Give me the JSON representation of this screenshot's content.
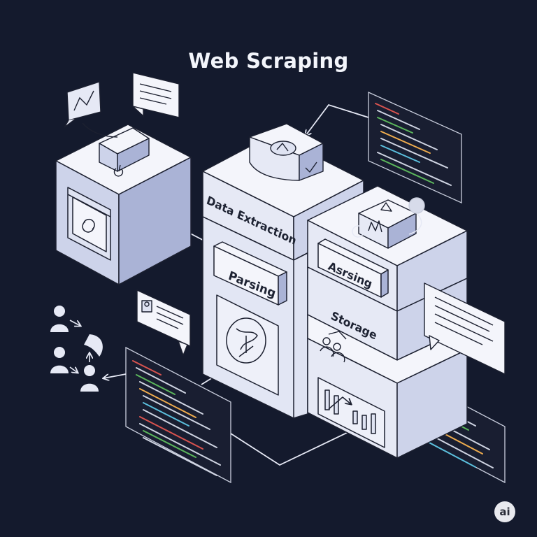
{
  "title": "Web Scraping",
  "labels": {
    "data_extraction": "Data Extraction",
    "parsing": "Parsing",
    "assing": "Asrsing",
    "storage": "Storage"
  },
  "badge": "ai",
  "colors": {
    "background": "#141a2d",
    "cube_top": "#f4f5fb",
    "cube_left": "#cdd3ea",
    "cube_right": "#aab3d6",
    "outline": "#1c2030",
    "arrow": "#e6e9f5",
    "code_panel_border": "#c9cedd"
  }
}
